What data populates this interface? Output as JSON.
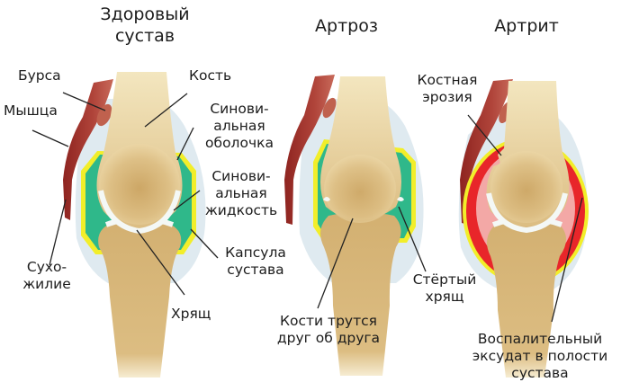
{
  "diagram": {
    "panels": [
      {
        "id": "healthy",
        "title": "Здоровый\nсустав",
        "labels": {
          "bursa": "Бурса",
          "muscle": "Мышца",
          "bone": "Кость",
          "synovial_membrane": "Синови-\nальная\nоболочка",
          "synovial_fluid": "Синови-\nальная\nжидкость",
          "capsule": "Капсула\nсустава",
          "tendon": "Сухо-\nжилие",
          "cartilage": "Хрящ"
        }
      },
      {
        "id": "arthrosis",
        "title": "Артроз",
        "labels": {
          "bones_rub": "Кости трутся\nдруг об друга",
          "worn_cartilage": "Стёртый\nхрящ"
        }
      },
      {
        "id": "arthritis",
        "title": "Артрит",
        "labels": {
          "bone_erosion": "Костная\nэрозия",
          "exudate": "Воспалительный\nэксудат в полости\nсустава"
        }
      }
    ],
    "colors": {
      "bone": "#e6cf9a",
      "bone_dark": "#c9a15e",
      "muscle": "#a8322e",
      "capsule_outer": "#dfeaf0",
      "synovial_fluid": "#2fb88a",
      "membrane_yellow": "#f2ee2a",
      "cartilage": "#f4f8f6",
      "inflamed_red": "#e8262a",
      "inflamed_pink": "#f3a8a6",
      "leader_line": "#222222"
    }
  }
}
